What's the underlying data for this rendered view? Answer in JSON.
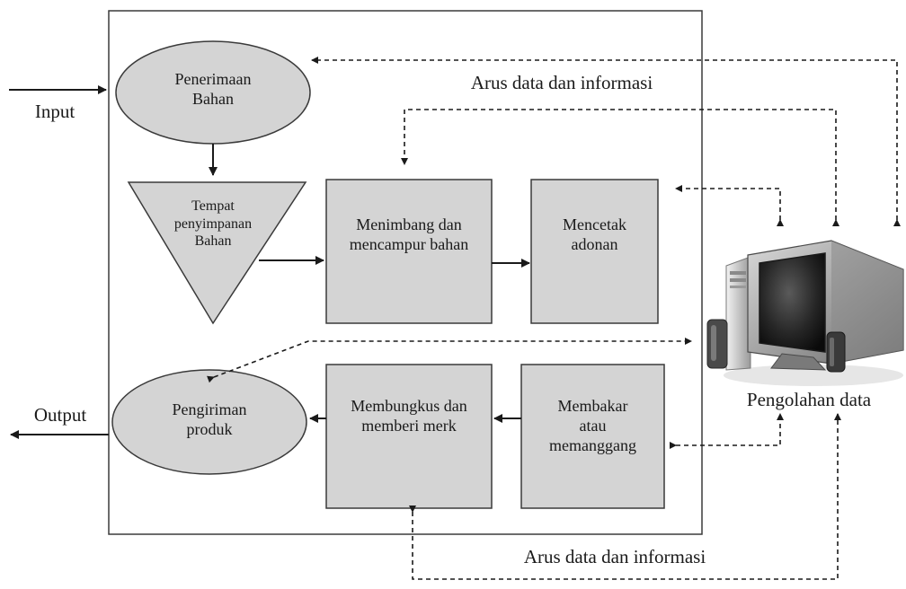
{
  "diagram": {
    "input_label": "Input",
    "output_label": "Output",
    "flow_label_top": "Arus data dan informasi",
    "flow_label_bottom": "Arus data dan informasi",
    "computer_label": "Pengolahan data",
    "nodes": {
      "receiving": {
        "line1": "Penerimaan",
        "line2": "Bahan"
      },
      "storage": {
        "line1": "Tempat",
        "line2": "penyimpanan",
        "line3": "Bahan"
      },
      "weighing": {
        "line1": "Menimbang dan",
        "line2": "mencampur bahan"
      },
      "molding": {
        "line1": "Mencetak",
        "line2": "adonan"
      },
      "shipping": {
        "line1": "Pengiriman",
        "line2": "produk"
      },
      "packing": {
        "line1": "Membungkus dan",
        "line2": "memberi merk"
      },
      "baking": {
        "line1": "Membakar",
        "line2": "atau",
        "line3": "memanggang"
      }
    },
    "colors": {
      "shape_fill": "#d4d4d4",
      "stroke": "#3a3a3a",
      "text": "#1a1a1a"
    }
  }
}
